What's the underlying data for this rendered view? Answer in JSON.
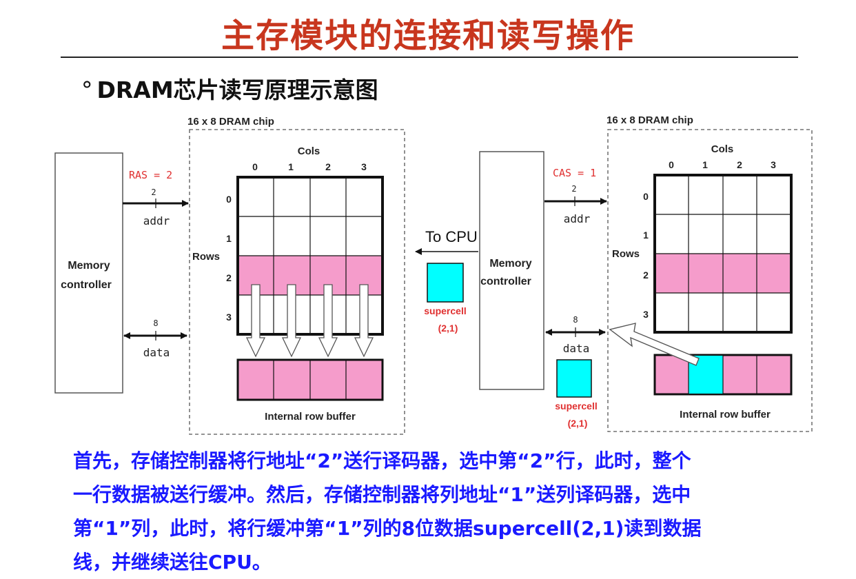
{
  "title": "主存模块的连接和读写操作",
  "subtitle": "DRAM芯片读写原理示意图",
  "bullet": "°",
  "left": {
    "chip_label": "16 x 8 DRAM chip",
    "controller_line1": "Memory",
    "controller_line2": "controller",
    "signal": "RAS = 2",
    "addr_width": "2",
    "addr_label": "addr",
    "data_width": "8",
    "data_label": "data",
    "cols_label": "Cols",
    "rows_label": "Rows",
    "col_numbers": [
      "0",
      "1",
      "2",
      "3"
    ],
    "row_numbers": [
      "0",
      "1",
      "2",
      "3"
    ],
    "buffer_label": "Internal row buffer"
  },
  "middle": {
    "to_cpu": "To CPU",
    "supercell_label": "supercell",
    "supercell_coord": "(2,1)"
  },
  "right": {
    "chip_label": "16 x 8 DRAM chip",
    "controller_line1": "Memory",
    "controller_line2": "controller",
    "signal": "CAS = 1",
    "addr_width": "2",
    "addr_label": "addr",
    "data_width": "8",
    "data_label": "data",
    "cols_label": "Cols",
    "rows_label": "Rows",
    "col_numbers": [
      "0",
      "1",
      "2",
      "3"
    ],
    "row_numbers": [
      "0",
      "1",
      "2",
      "3"
    ],
    "buffer_label": "Internal row buffer",
    "supercell_label": "supercell",
    "supercell_coord": "(2,1)"
  },
  "caption_lines": [
    "首先，存储控制器将行地址“2”送行译码器，选中第“2”行，此时，整个",
    "一行数据被送行缓冲。然后，存储控制器将列地址“1”送列译码器，选中",
    "第“1”列，此时，将行缓冲第“1”列的8位数据supercell(2,1)读到数据",
    "线，并继续送往CPU。"
  ],
  "colors": {
    "title": "#c8361e",
    "caption": "#1a1aff",
    "signal": "#e03030",
    "selected_row": "#f59ccb",
    "supercell": "#00ffff"
  }
}
